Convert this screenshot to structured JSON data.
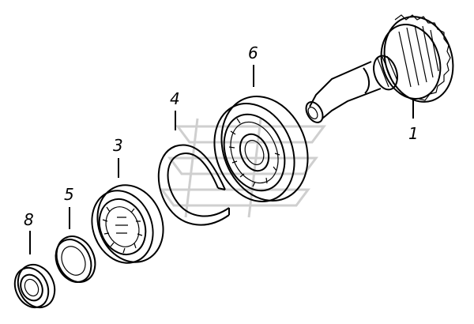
{
  "diagram": {
    "callouts": [
      "1",
      "3",
      "4",
      "5",
      "6",
      "8"
    ],
    "colors": {
      "ink": "#000000",
      "background": "#ffffff",
      "watermark": "#cfcfcf"
    }
  }
}
